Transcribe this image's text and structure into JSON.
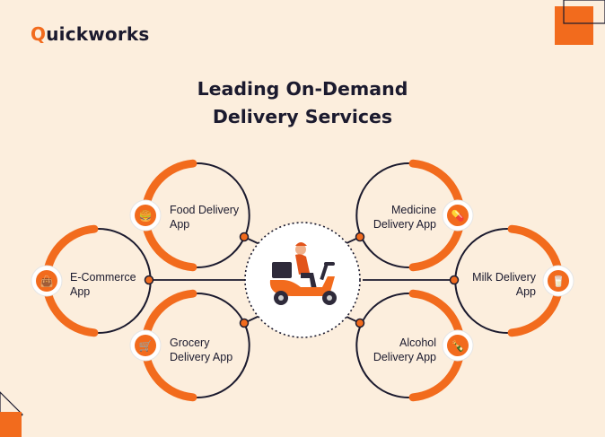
{
  "brand": {
    "name_first": "Q",
    "name_rest": "uickworks",
    "accent": "#F26B1D",
    "dark": "#1B1A2E"
  },
  "title": {
    "line1": "Leading On-Demand",
    "line2": "Delivery Services"
  },
  "center": {
    "icon": "delivery-scooter-icon"
  },
  "services": [
    {
      "line1": "Food Delivery",
      "line2": "App",
      "icon": "food-icon"
    },
    {
      "line1": "E-Commerce",
      "line2": "App",
      "icon": "shopping-bag-icon"
    },
    {
      "line1": "Grocery",
      "line2": "Delivery App",
      "icon": "shopping-cart-icon"
    },
    {
      "line1": "Medicine",
      "line2": "Delivery App",
      "icon": "pills-icon"
    },
    {
      "line1": "Milk Delivery",
      "line2": "App",
      "icon": "milk-bottle-icon"
    },
    {
      "line1": "Alcohol",
      "line2": "Delivery App",
      "icon": "bottles-icon"
    }
  ]
}
